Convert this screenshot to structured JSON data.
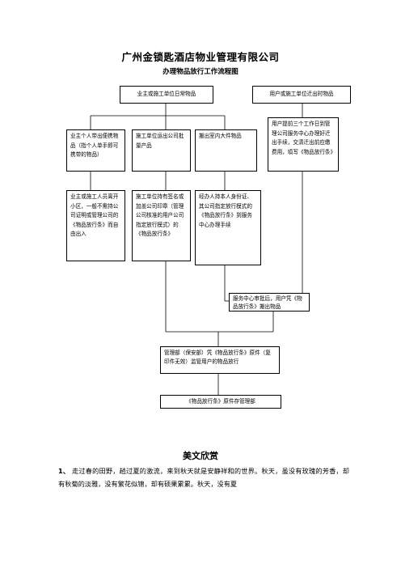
{
  "header": {
    "title": "广州金锁匙酒店物业管理有限公司",
    "subtitle": "办理物品放行工作流程图"
  },
  "flow": {
    "top_left": "业主或施工单位日常物品",
    "top_right": "用户或施工单位迁出时物品",
    "col1_a": "业主个人带出便携物品（指个人单手即可携带的物品）",
    "col2_a": "施工单位运出公司批量产品",
    "col3_a": "搬出室内大件物品",
    "col4_a": "用户提前三个工作日到管理公司服务中心办理好迁出手续，交清迁出前应缴费用，填写《物品放行条》",
    "col1_b": "业主或施工人员离开小区，一般不需持公司证明或管理公司的《物品放行条》而自由出入",
    "col2_b": "施工单位持有签名或加盖公司印章（管理公司核准的用户公司指定放行模式）的《物品放行条》",
    "col3_b": "经办人持本人身份证、其公司指定放行模式的《物品放行条》到服务中心办理手续",
    "service": "服务中心审批后，用户凭《物品放行条》搬出物品",
    "mgmt": "管理部（保安部）凭《物品放行条》原件（复印件无效）监管用户的物品放行",
    "final": "《物品放行条》原件存管理部"
  },
  "essay": {
    "title": "美文欣赏",
    "number": "1、",
    "text": "走过春的田野，趟过夏的激流，来到秋天就是安静祥和的世界。秋天，虽没有玫瑰的芳香，却有秋菊的淡雅，没有繁花似锦，却有硕果累累。秋天，没有夏"
  }
}
